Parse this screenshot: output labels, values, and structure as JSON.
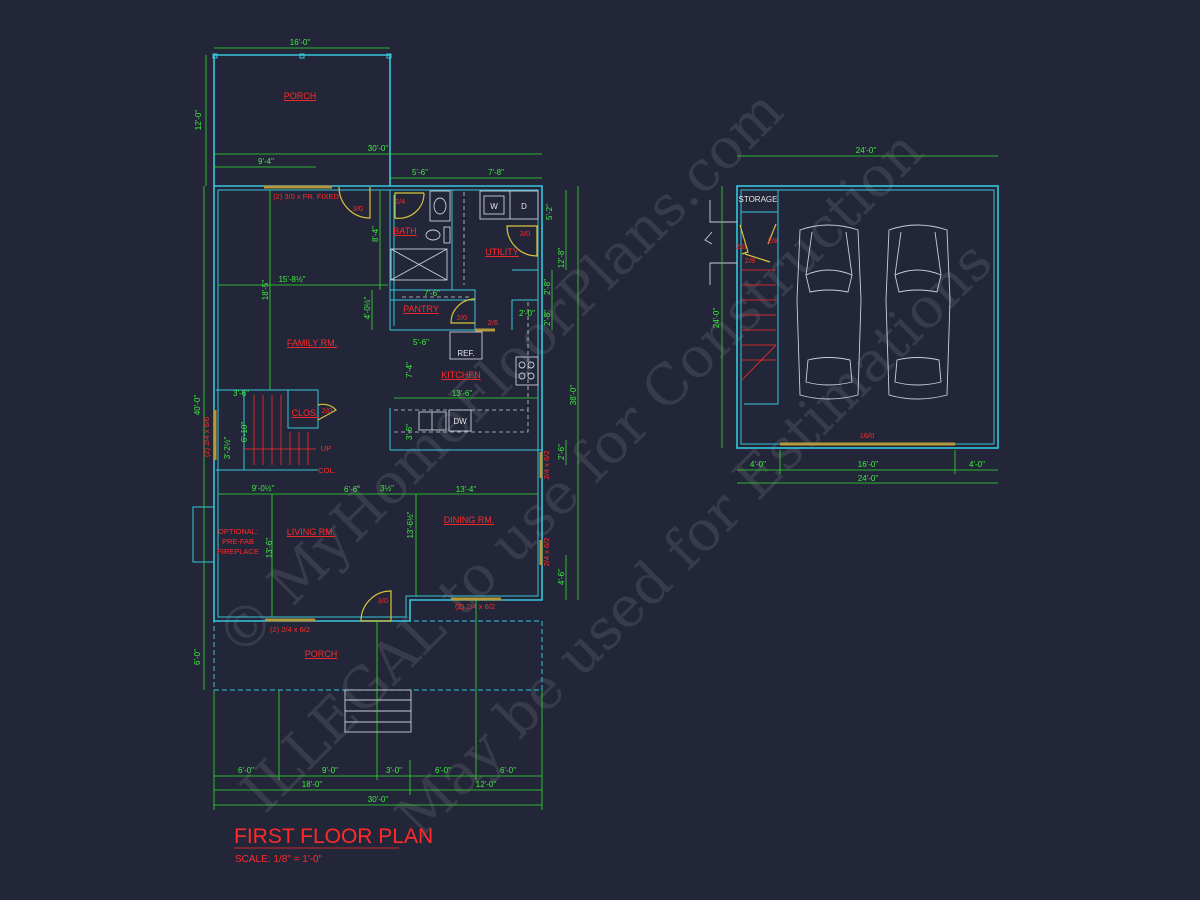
{
  "title": "FIRST FLOOR PLAN",
  "scale": "SCALE: 1/8\" = 1'-0\"",
  "watermark": [
    "© MyHomeFloorPlans.com",
    "ILLEGAL to use for Construction",
    "May be used for Estimations"
  ],
  "rooms": {
    "porch_rear": "PORCH",
    "bath": "BATH",
    "utility": "UTILITY",
    "pantry": "PANTRY",
    "family": "FAMILY RM.",
    "kitchen": "KITCHEN",
    "closet": "CLOS.",
    "living": "LIVING RM.",
    "dining": "DINING RM.",
    "porch_front": "PORCH",
    "storage": "STORAGE"
  },
  "fireplace": [
    "OPTIONAL:",
    "PRE-FAB",
    "FIREPLACE"
  ],
  "labels": {
    "fr_fixed": "(2) 3/0 x FR. FIXED",
    "door_rear": "3/0",
    "door_bath": "2/4",
    "door_utility": "3/0",
    "door_pantry": "2/0",
    "door_26": "2/6",
    "door_clos": "2/0",
    "up": "UP",
    "col": "COL.",
    "win_left": "(2) 2/4 x 6/6",
    "win_dining1": "2/4 x 6/2",
    "win_dining2": "2/4 x 6/2",
    "door_front": "3/0",
    "win_front_right": "(2) 2/4 x 6/2",
    "win_front_left": "(2) 2/4 x 6/2",
    "g_door1": "2/8",
    "g_door2": "2/8",
    "g_door3": "2/8",
    "garage_door": "16/0"
  },
  "fixtures": {
    "washer": "W",
    "dryer": "D",
    "ref": "REF.",
    "dw": "DW"
  },
  "dims": {
    "porch_w": "16'-0\"",
    "porch_d": "12'-0\"",
    "top_30": "30'-0\"",
    "top_94": "9'-4\"",
    "top_56": "5'-6\"",
    "top_78": "7'-8\"",
    "bath_84": "8'-4\"",
    "fam_w": "15'-8½\"",
    "fam_d": "18'-5\"",
    "pant_h": "4'-0½\"",
    "pant_w": "7'-6\"",
    "ref_56": "5'-6\"",
    "kit_74": "7'-4\"",
    "kit_w": "13'-6\"",
    "kit_36": "3'-6\"",
    "st_36": "3'-6\"",
    "st_610": "6'-10\"",
    "st_32": "3'-2½\"",
    "liv_90": "9'-0½\"",
    "liv_66": "6'-6\"",
    "liv_35": "3½\"",
    "din_w": "13'-4\"",
    "din_d": "13'-6½\"",
    "liv_d": "13'-6\"",
    "r_26": "2'-6\"",
    "r_46": "4'-6\"",
    "r_38": "38'-0\"",
    "l_40": "40'-0\"",
    "l_60": "6'-0\"",
    "r_52": "5'-2\"",
    "r_128": "12'-8\"",
    "r_28a": "2'-8\"",
    "r_28b": "2'-8\"",
    "r_20": "2'-0\"",
    "b_60a": "6'-0\"",
    "b_90": "9'-0\"",
    "b_30": "3'-0\"",
    "b_60b": "6'-0\"",
    "b_60c": "6'-0\"",
    "b_18": "18'-0\"",
    "b_12": "12'-0\"",
    "b_total": "30'-0\"",
    "g_top": "24'-0\"",
    "g_side": "24'-0\"",
    "g_40a": "4'-0\"",
    "g_16": "16'-0\"",
    "g_40b": "4'-0\"",
    "g_bottom": "24'-0\""
  },
  "colors": {
    "background": "#232638",
    "walls": "#36c6dc",
    "dimensions": "#3cf03c",
    "labels": "#ff2a2a",
    "doors": "#d8c43a"
  }
}
